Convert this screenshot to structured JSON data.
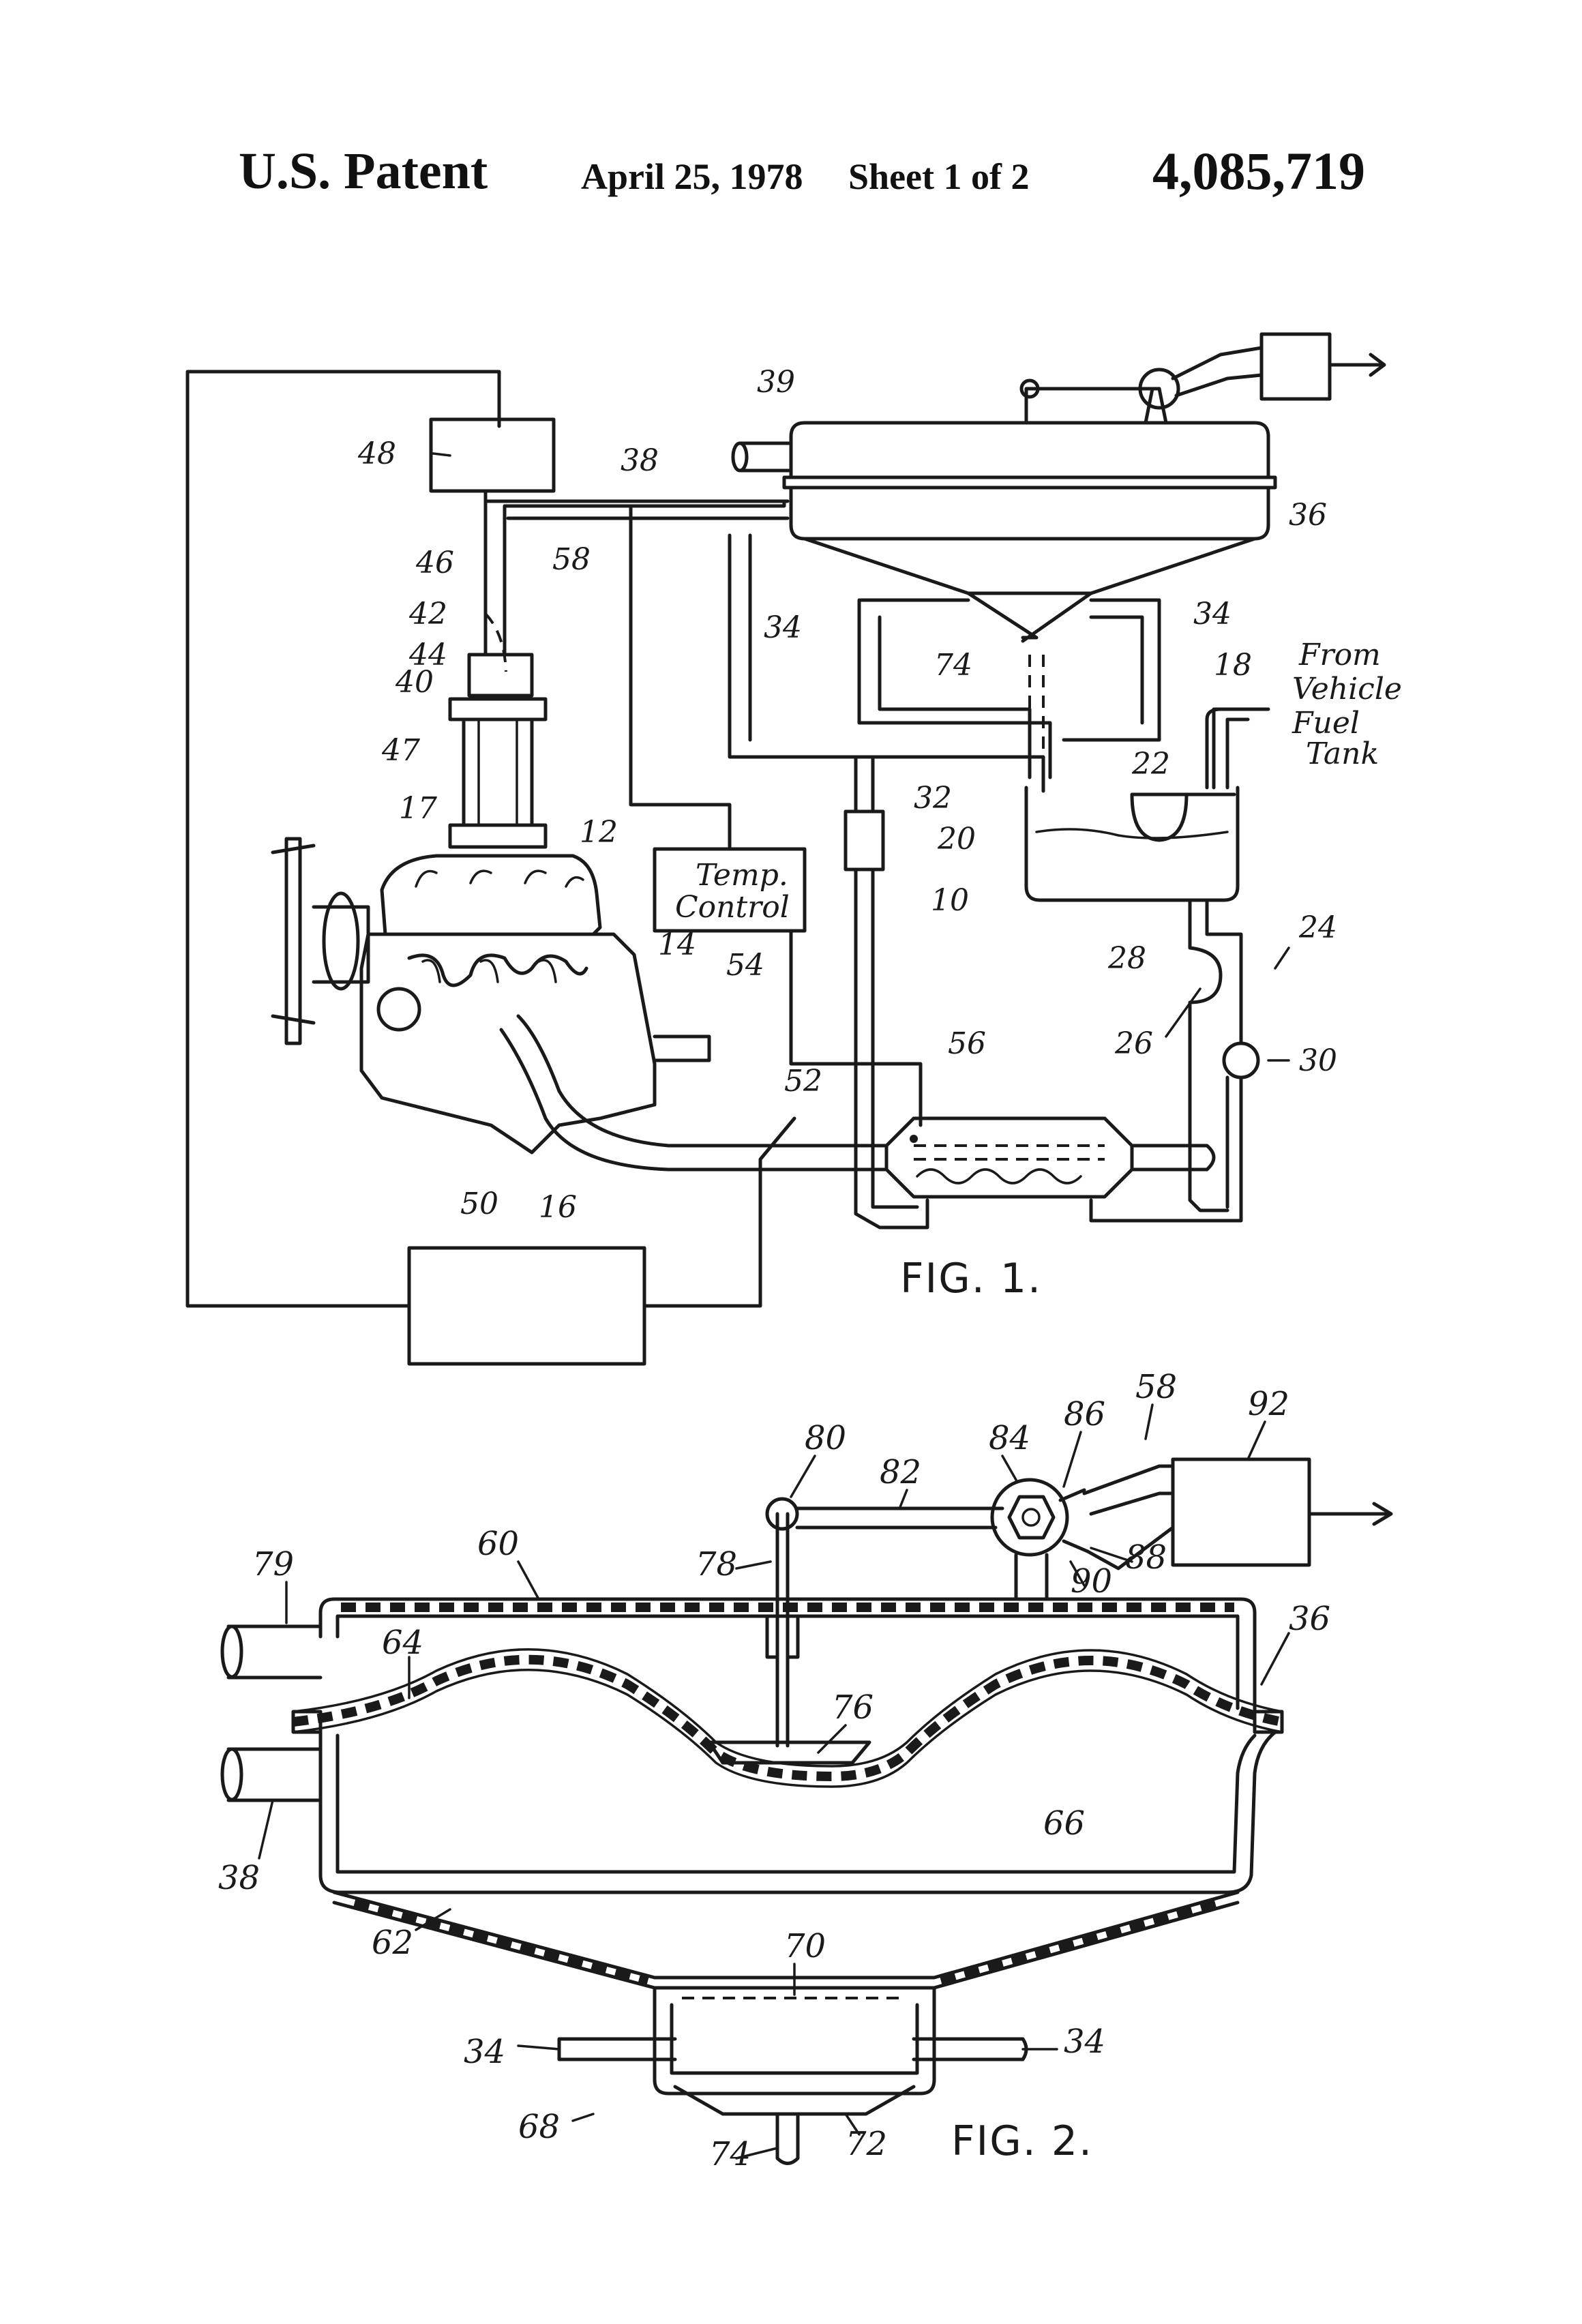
{
  "header": {
    "title": "U.S. Patent",
    "date": "April 25, 1978",
    "sheet": "Sheet 1 of 2",
    "patent_number": "4,085,719"
  },
  "fig1": {
    "caption": "FIG. 1.",
    "text_box_temp": "Temp. Control",
    "fuel_note": [
      "From",
      "Vehicle",
      "Fuel",
      "Tank"
    ],
    "refs": {
      "r39": "39",
      "r48": "48",
      "r38": "38",
      "r36": "36",
      "r58": "58",
      "r46": "46",
      "r42": "42",
      "r34a": "34",
      "r34b": "34",
      "r44": "44",
      "r40": "40",
      "r74": "74",
      "r18": "18",
      "r47": "47",
      "r22": "22",
      "r32": "32",
      "r20": "20",
      "r17": "17",
      "r12": "12",
      "r10": "10",
      "r24": "24",
      "r14": "14",
      "r54": "54",
      "r28": "28",
      "r56": "56",
      "r26": "26",
      "r30": "30",
      "r52": "52",
      "r50": "50",
      "r16": "16"
    }
  },
  "fig2": {
    "caption": "FIG. 2.",
    "refs": {
      "r58": "58",
      "r92": "92",
      "r80": "80",
      "r86": "86",
      "r82": "82",
      "r84": "84",
      "r60": "60",
      "r78": "78",
      "r88": "88",
      "r90": "90",
      "r79": "79",
      "r36": "36",
      "r64": "64",
      "r76": "76",
      "r66": "66",
      "r38": "38",
      "r62": "62",
      "r70": "70",
      "r34a": "34",
      "r34b": "34",
      "r68": "68",
      "r74": "74",
      "r72": "72"
    }
  }
}
